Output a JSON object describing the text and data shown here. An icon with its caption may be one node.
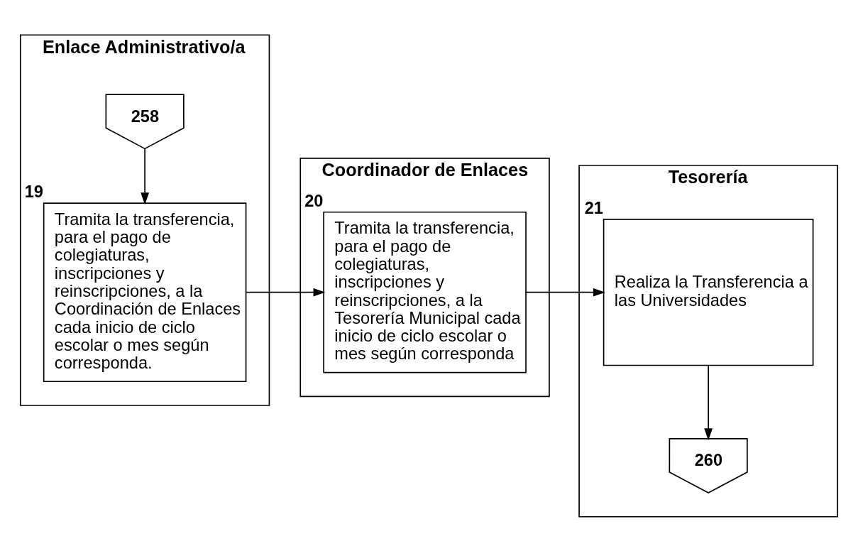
{
  "diagram": {
    "nodes": [
      {
        "text": [
          "Enlace Administrativo/a"
        ]
      },
      {
        "text": [
          "258"
        ],
        "in": 0
      },
      {
        "text": [
          "Tramita la transferencia, para el pago de colegiaturas, inscripciones y reinscripciones, a la Coordinación de Enlaces cada inicio de ciclo escolar o mes según corresponda."
        ],
        "beside": [
          "19"
        ],
        "in": 0
      },
      {
        "text": [
          "Coordinador de Enlaces"
        ]
      },
      {
        "text": [
          "Tramita la transferencia, para el pago de colegiaturas, inscripciones y reinscripciones, a la Tesorería Municipal cada inicio de ciclo escolar o mes según corresponda"
        ],
        "beside": [
          "20"
        ],
        "in": 3
      },
      {
        "text": [
          "Tesorería"
        ]
      },
      {
        "text": [
          "Realiza la Transferencia a las Universidades"
        ],
        "beside": [
          "21"
        ],
        "in": 5
      },
      {
        "text": [
          "260"
        ],
        "in": 5
      }
    ],
    "edges": [
      {
        "from": 1,
        "to": 2,
        "arrow": "to"
      },
      {
        "from": 2,
        "to": 4,
        "arrow": "to"
      },
      {
        "from": 4,
        "to": 6,
        "arrow": "to"
      },
      {
        "from": 6,
        "to": 7,
        "arrow": "to"
      }
    ]
  }
}
